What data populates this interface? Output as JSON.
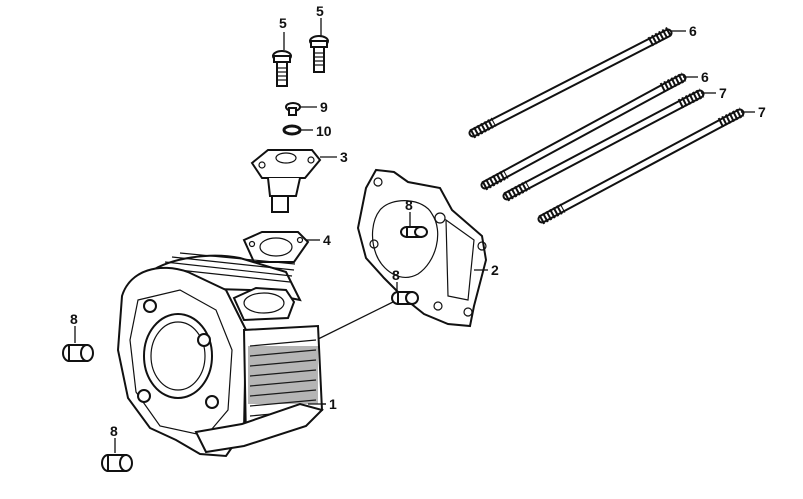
{
  "callouts": {
    "bolt_a": "5",
    "bolt_b": "5",
    "stud_a": "6",
    "stud_b": "6",
    "stud_c": "7",
    "stud_d": "7",
    "screw": "9",
    "oring": "10",
    "tensioner": "3",
    "insulator": "4",
    "gasket": "2",
    "cylinder": "1",
    "dowel_upper": "8",
    "dowel_middle": "8",
    "dowel_left": "8",
    "dowel_bottom": "8"
  }
}
